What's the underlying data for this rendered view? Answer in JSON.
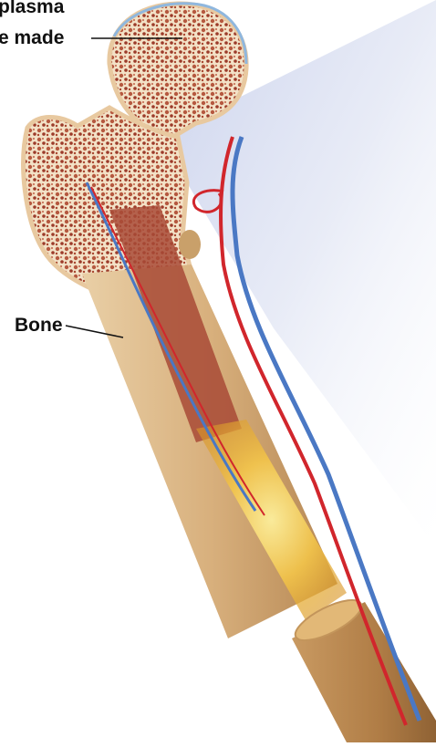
{
  "labels": {
    "plasma_line1": "plasma",
    "plasma_line2": "e made",
    "bone": "Bone"
  },
  "colors": {
    "bone_outer": "#e8c9a0",
    "bone_shaft": "#d9b487",
    "spongy_bone": "#c98a6a",
    "marrow": "#a83a2a",
    "artery": "#d1262c",
    "vein": "#4a78c4",
    "zoom_panel": "#dde3f3",
    "label_text": "#111111"
  },
  "icons": {
    "illustration": "femur-cross-section-illustration"
  }
}
